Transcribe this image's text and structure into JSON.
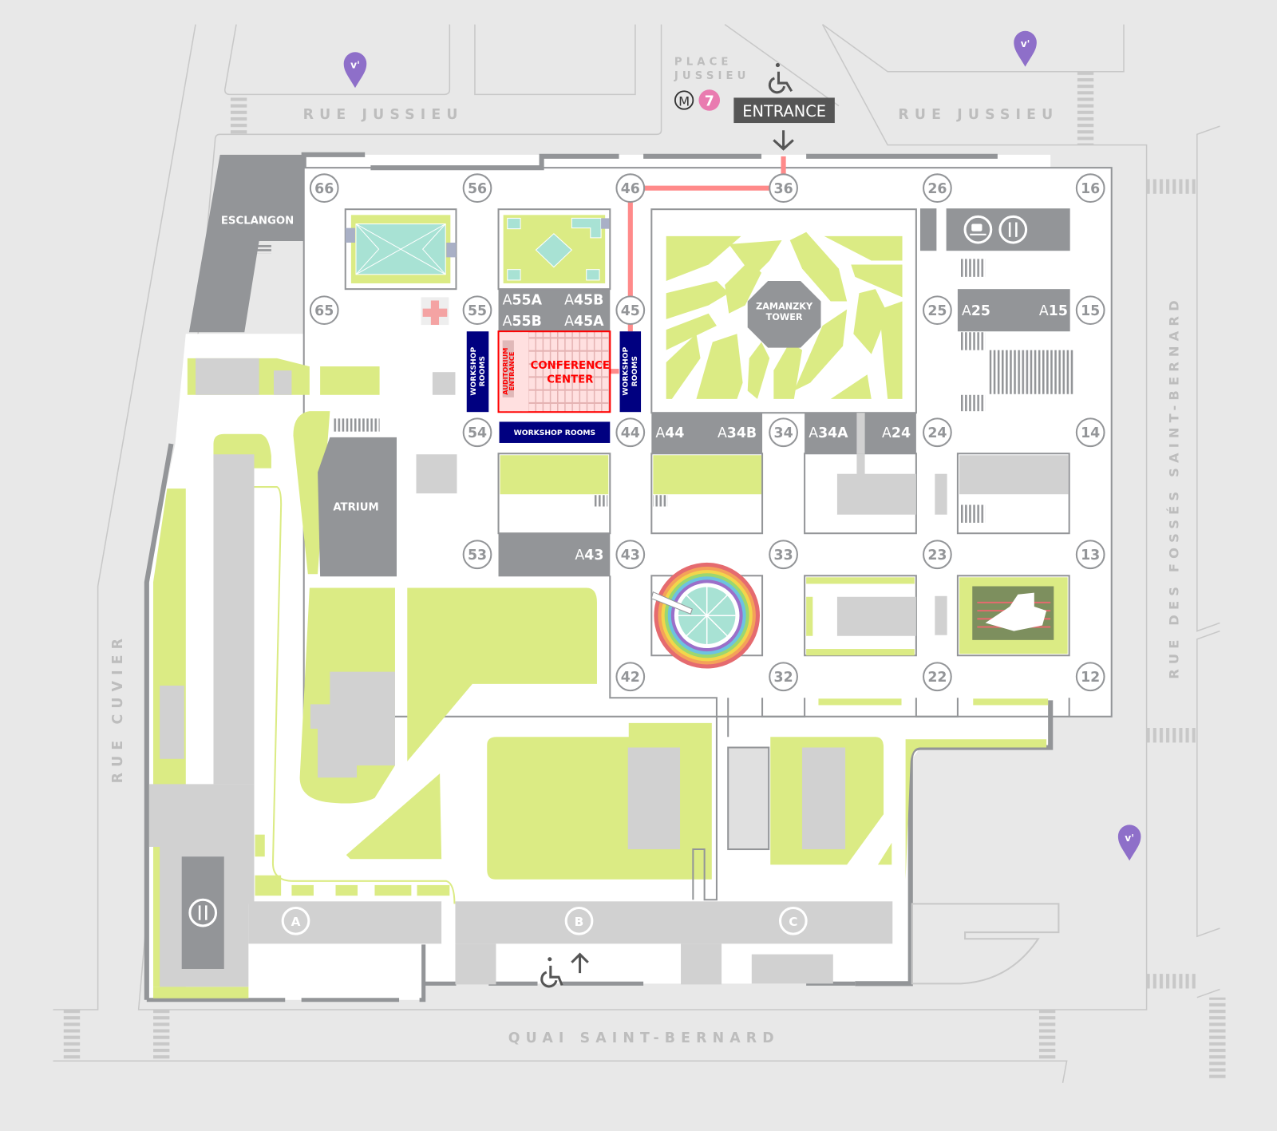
{
  "streets": {
    "rue_jussieu_left": "RUE JUSSIEU",
    "rue_jussieu_right": "RUE JUSSIEU",
    "place_jussieu_1": "PLACE",
    "place_jussieu_2": "JUSSIEU",
    "rue_cuvier": "RUE CUVIER",
    "rue_fosses": "RUE DES FOSSÉS SAINT-BERNARD",
    "quai": "QUAI SAINT-BERNARD"
  },
  "metro": {
    "symbol": "M",
    "line": "7",
    "line_color": "#e97bb0"
  },
  "entrance": {
    "label": "ENTRANCE"
  },
  "buildings": {
    "esclangon": "ESCLANGON",
    "atrium": "ATRIUM",
    "zamansky_1": "ZAMANZKY",
    "zamansky_2": "TOWER"
  },
  "conference": {
    "title_1": "CONFERENCE",
    "title_2": "CENTER",
    "auditorium_1": "AUDITORIUM",
    "auditorium_2": "ENTRANCE"
  },
  "workshops": {
    "left_1": "WORKSHOP",
    "left_2": "ROOMS",
    "right_1": "WORKSHOP",
    "right_2": "ROOMS",
    "bottom": "WORKSHOP ROOMS"
  },
  "rooms": {
    "prefix": "A",
    "r55a": "55A",
    "r45b": "45B",
    "r55b": "55B",
    "r45a": "45A",
    "r25": "25",
    "r15": "15",
    "r44": "44",
    "r34b": "34B",
    "r34a": "34A",
    "r24": "24",
    "r43": "43"
  },
  "towers": [
    "66",
    "56",
    "46",
    "36",
    "26",
    "16",
    "65",
    "55",
    "45",
    "25",
    "15",
    "54",
    "44",
    "34",
    "24",
    "14",
    "53",
    "43",
    "33",
    "23",
    "13",
    "42",
    "32",
    "22",
    "12"
  ],
  "accesses": {
    "a": "A",
    "b": "B",
    "c": "C"
  },
  "colors": {
    "route": "#ff8a8a",
    "green": "#dbeb84",
    "building": "#939598",
    "workshop": "#000080",
    "conference": "#ff0000",
    "velib": "#8e6fc9",
    "water": "#a8e2d4"
  }
}
